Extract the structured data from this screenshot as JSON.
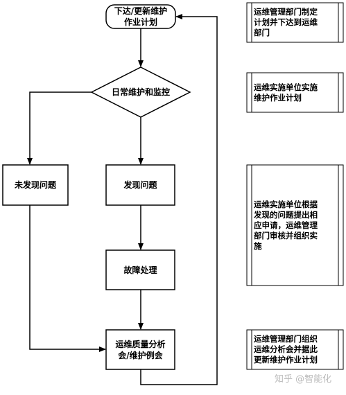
{
  "flow": {
    "start": "下达/更新维护\n作业计划",
    "decision": "日常维护和监控",
    "no_issue": "未发现问题",
    "issue_found": "发现问题",
    "fault_handling": "故障处理",
    "analysis_meeting": "运维质量分析\n会/维护例会"
  },
  "notes": [
    "运维管理部门制定\n计划并下达到运维\n部门",
    "运维实施单位实施\n维护作业计划",
    "运维实施单位根据\n发现的问题提出相\n应申请，运维管理\n部门审核并组织实\n施",
    "运维管理部门组织\n运维分析会并据此\n更新维护作业计划"
  ],
  "watermark": "知乎 @智能化"
}
